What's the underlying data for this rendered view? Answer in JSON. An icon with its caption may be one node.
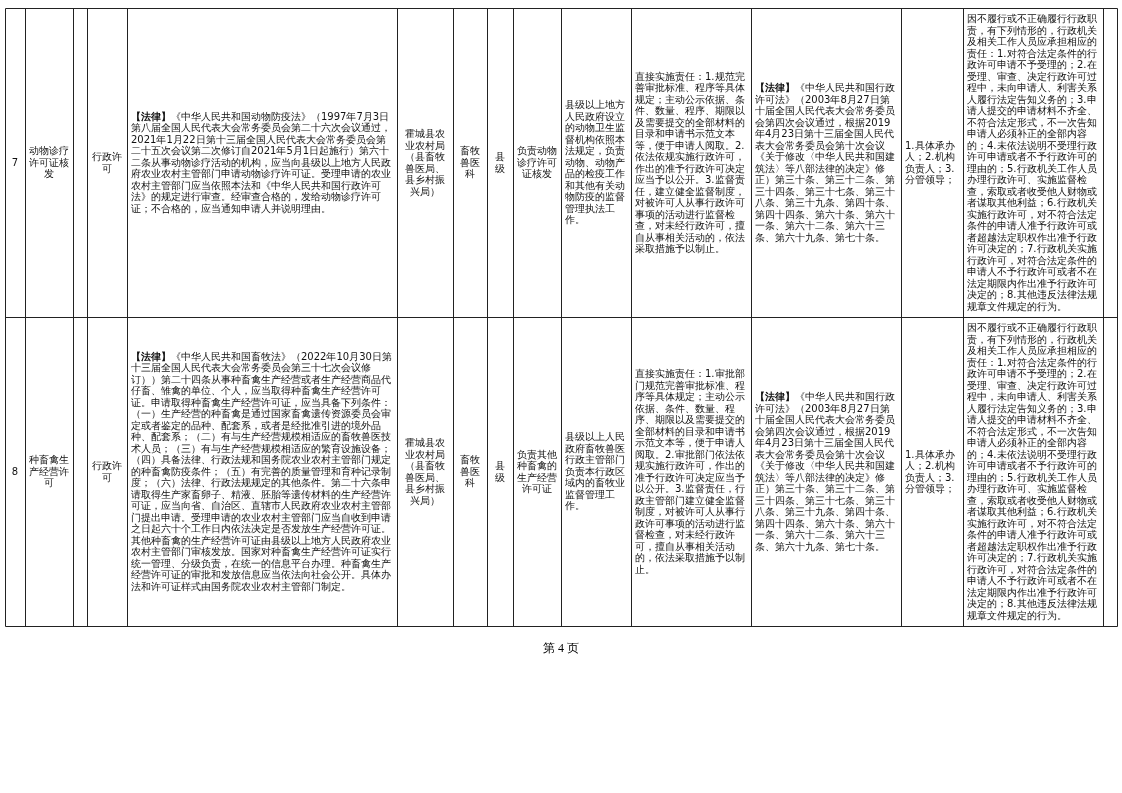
{
  "diagram": {
    "labels": [
      "7",
      "动物诊疗许可证核发",
      "行政许可",
      "**【法律】**《中华人民共和国动物防疫法》（1997年7月3日第八届全国人民代表大会常务委员会第二十六次会议通过，2021年1月22日第十三届全国人民代表大会常务委员会第二十五次会议第二次修订自2021年5月1日起施行）第六十二条从事动物诊疗活动的机构，应当向县级以上地方人民政府农业农村主管部门申请动物诊疗许可证。受理申请的农业农村主管部门应当依照本法和《中华人民共和国行政许可法》的规定进行审查。经审查合格的，发给动物诊疗许可证；不合格的，应当通知申请人并说明理由。",
      "霍城县农业农村局（县畜牧兽医局、县乡村振兴局）",
      "畜牧兽医科",
      "县级",
      "负责动物诊疗许可证核发",
      "县级以上地方人民政府设立的动物卫生监督机构依照本法规定，负责动物、动物产品的检疫工作和其他有关动物防疫的监督管理执法工作。",
      "直接实施责任：1.规范完善审批标准、程序等具体规定；主动公示依据、条件、数量、程序、期限以及需要提交的全部材料的目录和申请书示范文本等，便于申请人阅取。2.依法依规实施行政许可，作出的准予行政许可决定应当予以公开。3.监督责任，建立健全监督制度，对被许可人从事行政许可事项的活动进行监督检查，对未经行政许可，擅自从事相关活动的，依法采取措施予以制止。",
      "**【法律】**《中华人民共和国行政许可法》（2003年8月27日第十届全国人民代表大会常务委员会第四次会议通过，根据2019年4月23日第十三届全国人民代表大会常务委员会第十次会议《关于修改〈中华人民共和国建筑法〉等八部法律的决定》修正）第三十条、第三十二条、第三十四条、第三十七条、第三十八条、第三十九条、第四十条、第四十四条、第六十条、第六十一条、第六十二条、第六十三条、第六十九条、第七十条。",
      "1.具体承办人；2.机构负责人；3.分管领导；",
      "因不履行或不正确履行行政职责，有下列情形的，行政机关及相关工作人员应承担相应的责任：1.对符合法定条件的行政许可申请不予受理的；2.在受理、审查、决定行政许可过程中，未向申请人、利害关系人履行法定告知义务的；3.申请人提交的申请材料不齐全、不符合法定形式，不一次告知申请人必须补正的全部内容的；4.未依法说明不受理行政许可申请或者不予行政许可的理由的；5.行政机关工作人员办理行政许可、实施监督检查，索取或者收受他人财物或者谋取其他利益；6.行政机关实施行政许可，对不符合法定条件的申请人准予行政许可或者超越法定职权作出准予行政许可决定的；7.行政机关实施行政许可，对符合法定条件的申请人不予行政许可或者不在法定期限内作出准予行政许可决定的；8.其他违反法律法规规章文件规定的行为。",
      "8",
      "种畜禽生产经营许可",
      "行政许可",
      "**【法律】**《中华人民共和国畜牧法》（2022年10月30日第十三届全国人民代表大会常务委员会第三十七次会议修订））第二十四条从事种畜禽生产经营或者生产经营商品代仔畜、雏禽的单位、个人，应当取得种畜禽生产经营许可证。申请取得种畜禽生产经营许可证，应当具备下列条件：（一）生产经营的种畜禽是通过国家畜禽遗传资源委员会审定或者鉴定的品种、配套系，或者是经批准引进的境外品种、配套系；（二）有与生产经营规模相适应的畜牧兽医技术人员；（三）有与生产经营规模相适应的繁育设施设备；（四）具备法律、行政法规和国务院农业农村主管部门规定的种畜禽防疫条件；（五）有完善的质量管理和育种记录制度；（六）法律、行政法规规定的其他条件。第二十六条申请取得生产家畜卵子、精液、胚胎等遗传材料的生产经营许可证，应当向省、自治区、直辖市人民政府农业农村主管部门提出申请。受理申请的农业农村主管部门应当自收到申请之日起六十个工作日内依法决定是否发放生产经营许可证。其他种畜禽的生产经营许可证由县级以上地方人民政府农业农村主管部门审核发放。国家对种畜禽生产经营许可证实行统一管理、分级负责，在统一的信息平台办理。种畜禽生产经营许可证的审批和发放信息应当依法向社会公开。具体办法和许可证样式由国务院农业农村主管部门制定。",
      "霍城县农业农村局（县畜牧兽医局、县乡村振兴局）",
      "畜牧兽医科",
      "县级",
      "负责其他种畜禽的生产经营许可证",
      "县级以上人民政府畜牧兽医行政主管部门负责本行政区域内的畜牧业监督管理工作。",
      "直接实施责任：1.审批部门规范完善审批标准、程序等具体规定；主动公示依据、条件、数量、程序、期限以及需要提交的全部材料的目录和申请书示范文本等，便于申请人阅取。2.审批部门依法依规实施行政许可，作出的准予行政许可决定应当予以公开。3.监督责任，行政主管部门建立健全监督制度，对被许可人从事行政许可事项的活动进行监督检查，对未经行政许可，擅自从事相关活动的，依法采取措施予以制止。",
      "**【法律】**《中华人民共和国行政许可法》（2003年8月27日第十届全国人民代表大会常务委员会第四次会议通过，根据2019年4月23日第十三届全国人民代表大会常务委员会第十次会议《关于修改〈中华人民共和国建筑法〉等八部法律的决定》修正）第三十条、第三十二条、第三十四条、第三十七条、第三十八条、第三十九条、第四十条、第四十四条、第六十条、第六十一条、第六十二条、第六十三条、第六十九条、第七十条。",
      "1.具体承办人；2.机构负责人；3.分管领导；",
      "因不履行或不正确履行行政职责，有下列情形的，行政机关及相关工作人员应承担相应的责任：1.对符合法定条件的行政许可申请不予受理的；2.在受理、审查、决定行政许可过程中，未向申请人、利害关系人履行法定告知义务的；3.申请人提交的申请材料不齐全、不符合法定形式，不一次告知申请人必须补正的全部内容的；4.未依法说明不受理行政许可申请或者不予行政许可的理由的；5.行政机关工作人员办理行政许可、实施监督检查，索取或者收受他人财物或者谋取其他利益；6.行政机关实施行政许可，对不符合法定条件的申请人准予行政许可或者超越法定职权作出准予行政许可决定的；7.行政机关实施行政许可，对符合法定条件的申请人不予行政许可或者不在法定期限内作出准予行政许可决定的；8.其他违反法律法规规章文件规定的行为。",
      "第 4 页"
    ]
  }
}
